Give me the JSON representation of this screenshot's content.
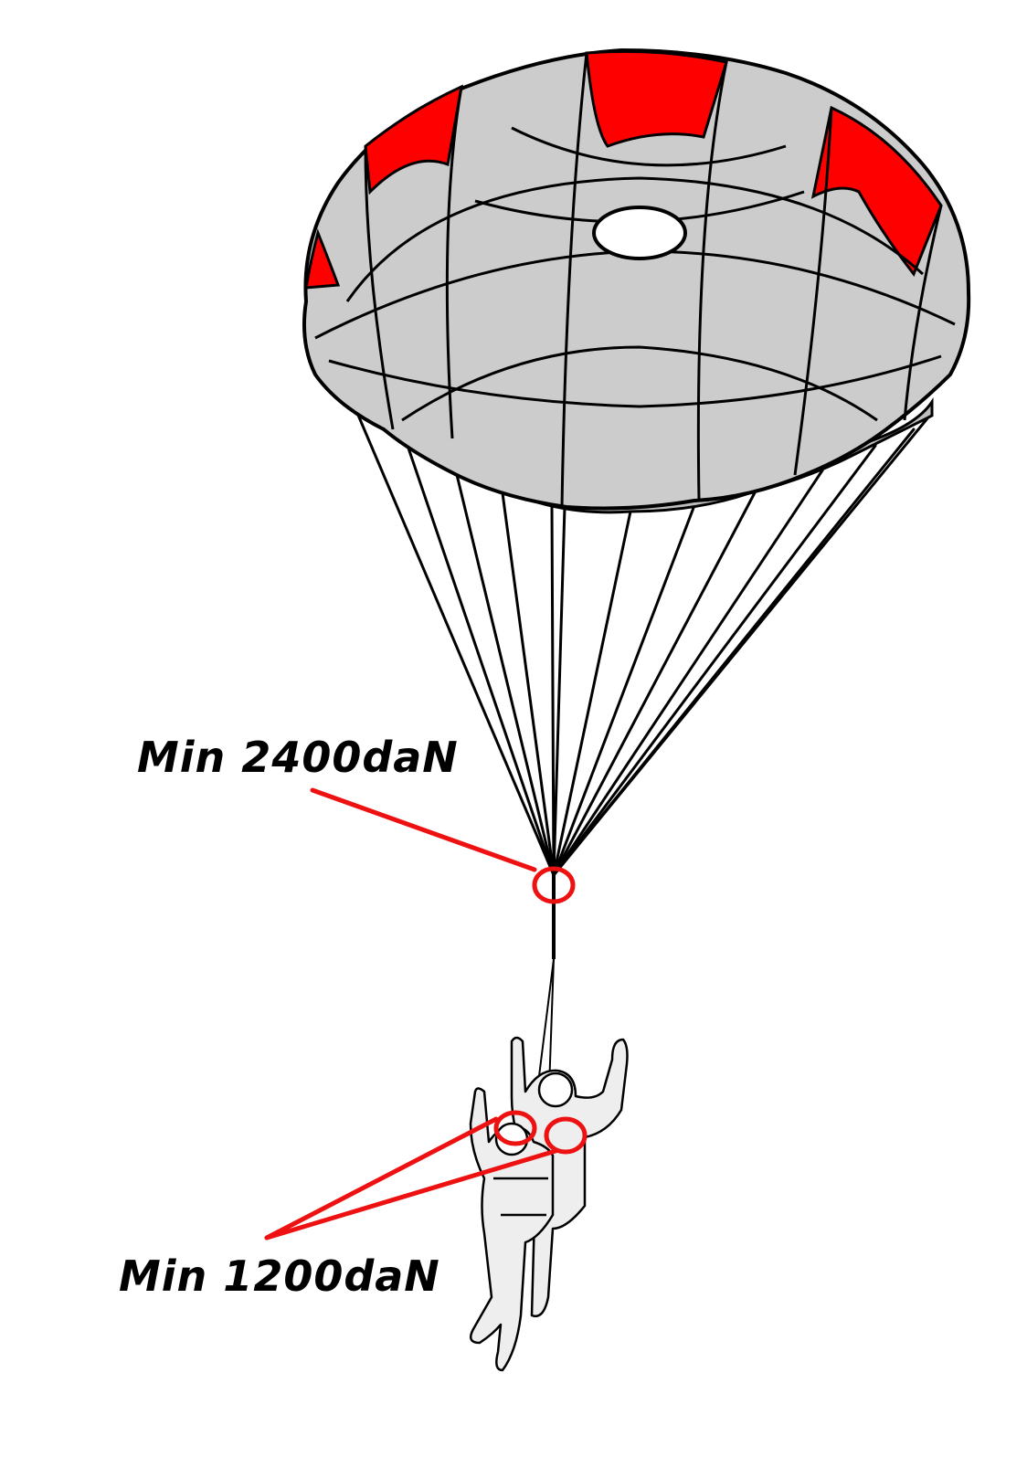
{
  "labels": {
    "top": "Min 2400daN",
    "bottom": "Min 1200daN"
  },
  "colors": {
    "canopy_fill": "#cccccc",
    "canopy_accent": "#ff0000",
    "callout": "#ee1111",
    "lines": "#000000",
    "figures_fill": "#eeeeee"
  },
  "illustration": {
    "subject": "rescue-parachute-tandem",
    "icons": [
      "parachute-canopy-icon",
      "tandem-pilots-icon"
    ]
  }
}
